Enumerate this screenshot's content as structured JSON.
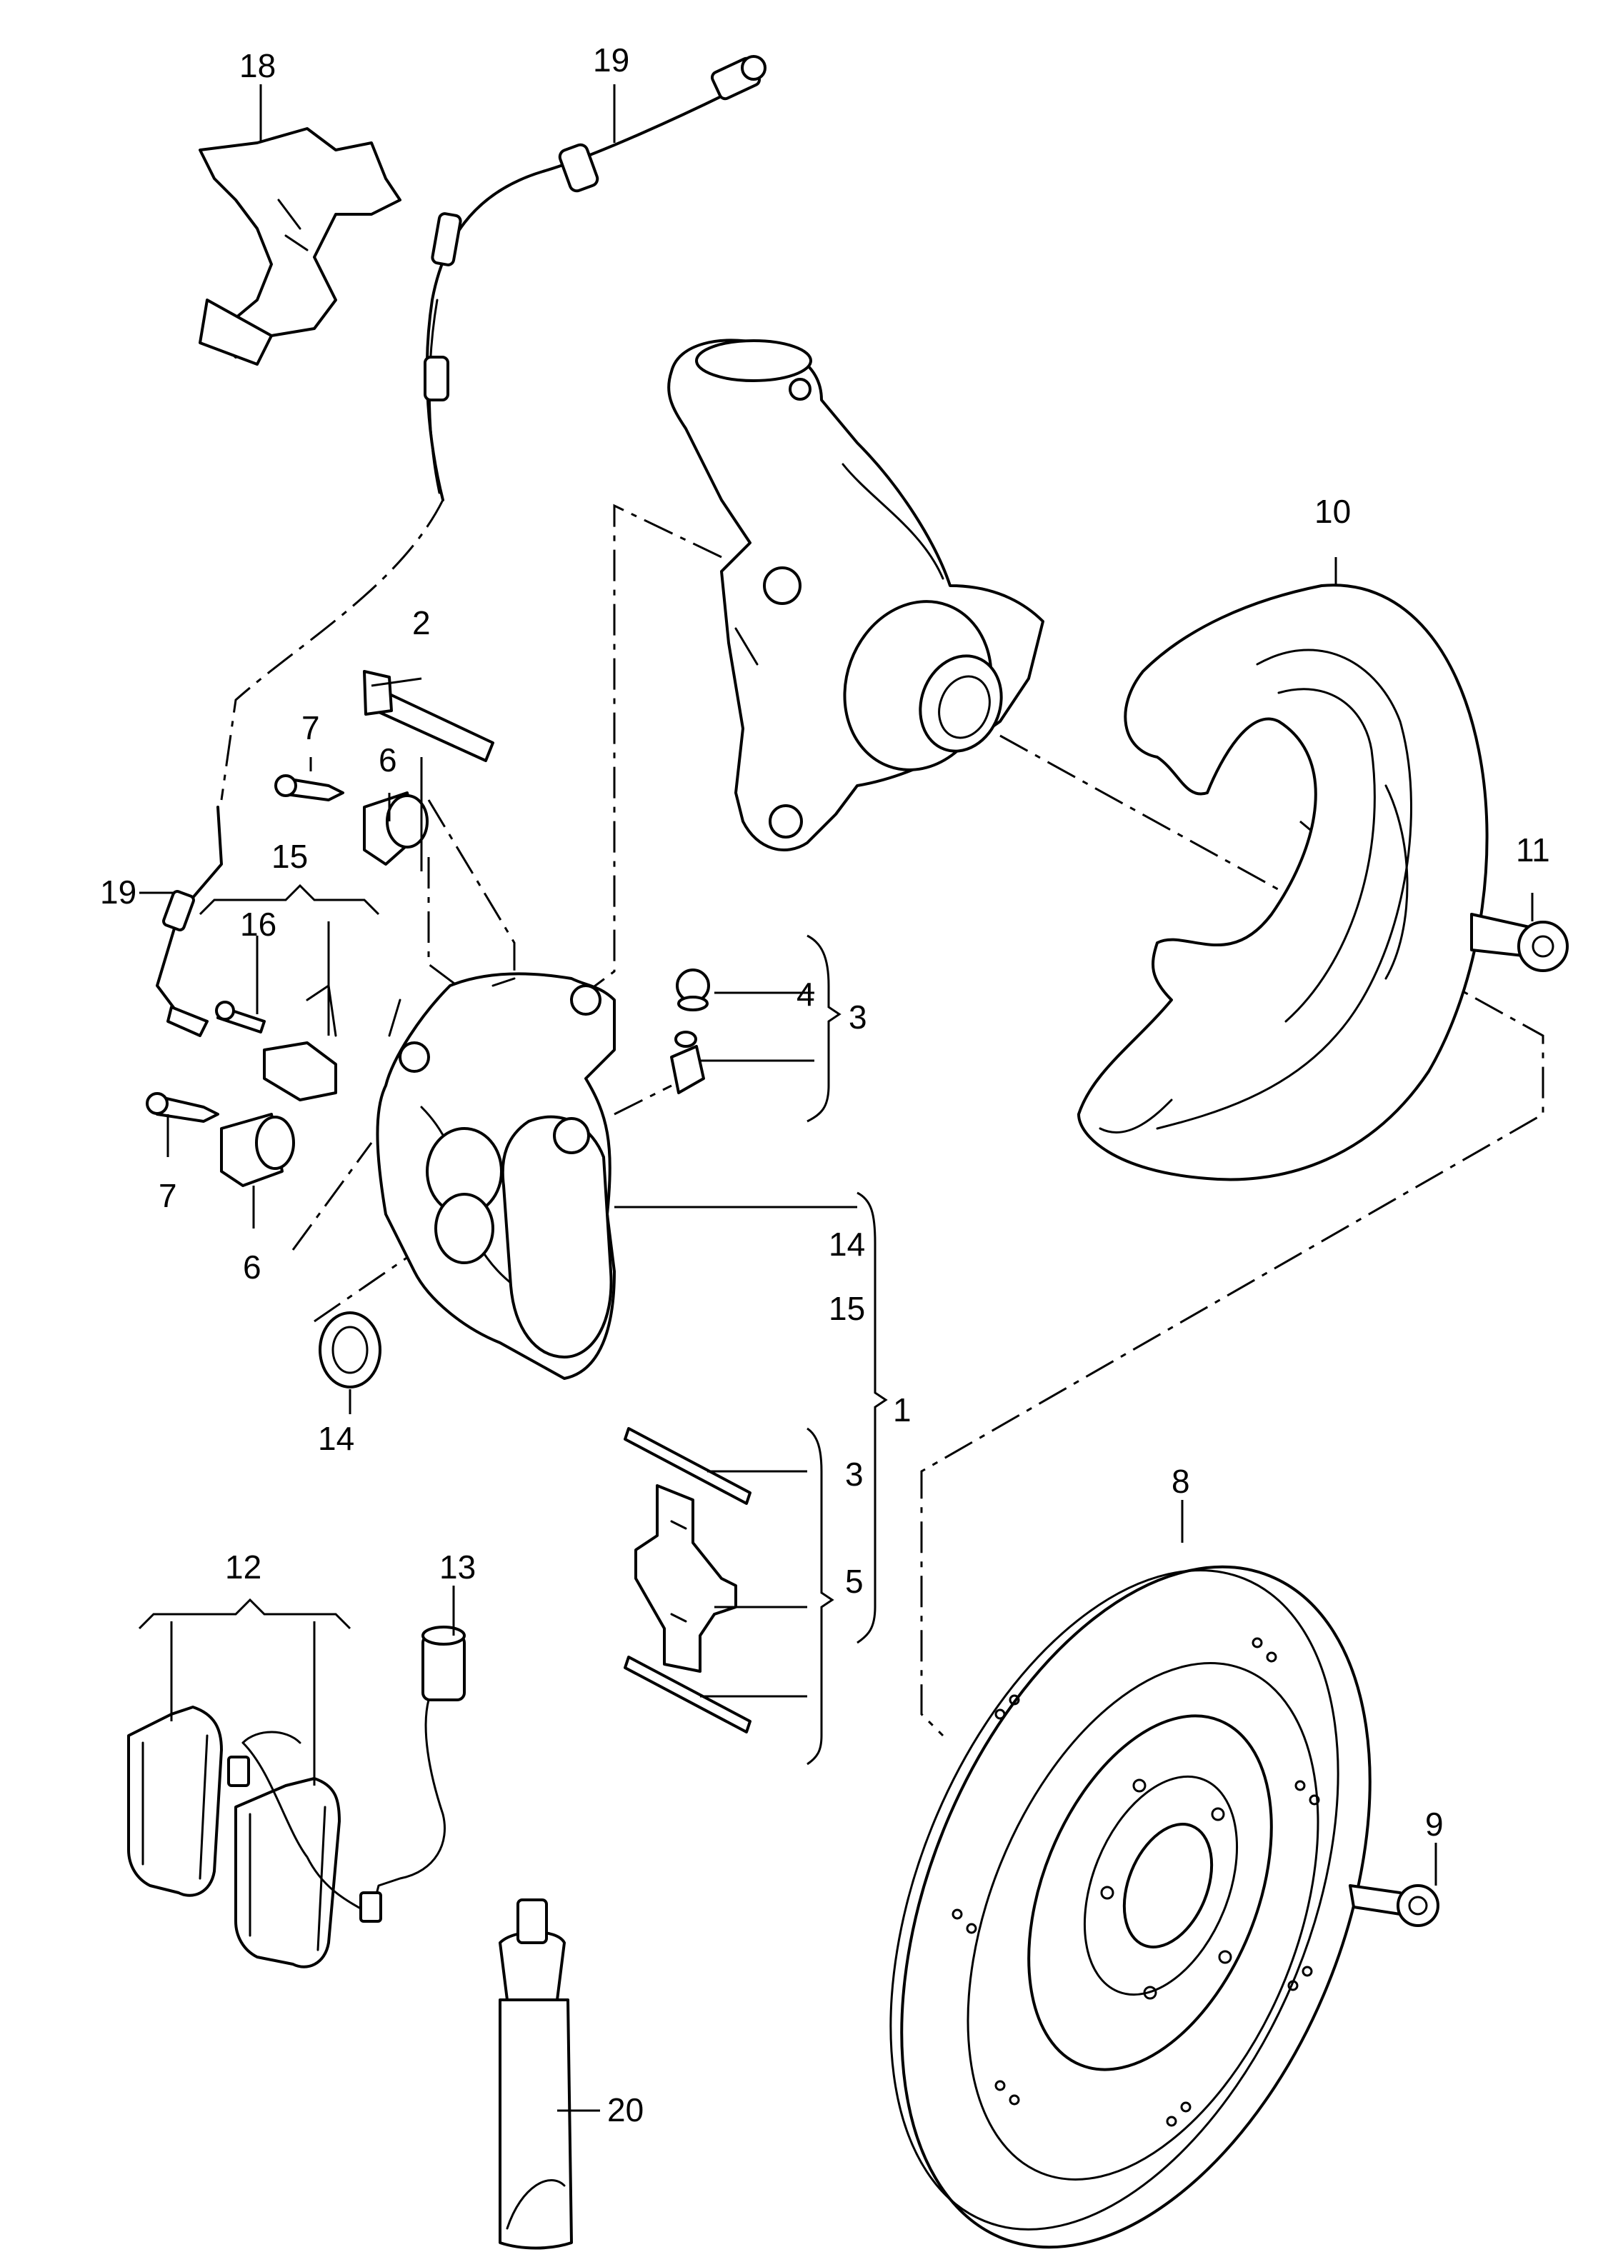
{
  "callouts": {
    "c1": "1",
    "c2": "2",
    "c3a": "3",
    "c3b": "3",
    "c4": "4",
    "c5": "5",
    "c6a": "6",
    "c6b": "6",
    "c7a": "7",
    "c7b": "7",
    "c8": "8",
    "c9": "9",
    "c10": "10",
    "c11": "11",
    "c12": "12",
    "c13": "13",
    "c14a": "14",
    "c14b": "14",
    "c15a": "15",
    "c15b": "15",
    "c16": "16",
    "c18": "18",
    "c19a": "19",
    "c19b": "19",
    "c20": "20"
  },
  "icons": [
    "brake-caliper-icon",
    "steering-knuckle-icon",
    "brake-disc-icon",
    "dust-shield-icon",
    "brake-pad-icon",
    "wear-sensor-icon",
    "brake-hose-icon",
    "grease-tube-icon"
  ]
}
